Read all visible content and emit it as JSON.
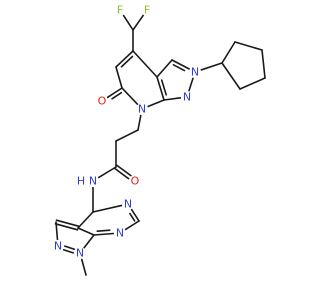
{
  "colors": {
    "bond": "#1a1a1a",
    "background": "#ffffff",
    "carbon": "#1a1a1a",
    "nitrogen": "#2d3fd4",
    "oxygen": "#e0231a",
    "fluorine": "#8fbf2a"
  },
  "molecule": {
    "atoms": [
      {
        "el": "F",
        "label": "F"
      },
      {
        "el": "F",
        "label": "F"
      },
      {
        "el": "C",
        "label": ""
      },
      {
        "el": "C",
        "label": ""
      },
      {
        "el": "C",
        "label": ""
      },
      {
        "el": "C",
        "label": ""
      },
      {
        "el": "O",
        "label": "O"
      },
      {
        "el": "N",
        "label": "N"
      },
      {
        "el": "C",
        "label": ""
      },
      {
        "el": "C",
        "label": ""
      },
      {
        "el": "C",
        "label": ""
      },
      {
        "el": "N",
        "label": "N"
      },
      {
        "el": "N",
        "label": "N"
      },
      {
        "el": "C",
        "label": ""
      },
      {
        "el": "C",
        "label": ""
      },
      {
        "el": "C",
        "label": ""
      },
      {
        "el": "C",
        "label": ""
      },
      {
        "el": "C",
        "label": ""
      },
      {
        "el": "C",
        "label": ""
      },
      {
        "el": "C",
        "label": ""
      },
      {
        "el": "C",
        "label": ""
      },
      {
        "el": "O",
        "label": "O"
      },
      {
        "el": "N",
        "label": "N"
      },
      {
        "el": "H",
        "label": "H"
      },
      {
        "el": "C",
        "label": ""
      },
      {
        "el": "C",
        "label": ""
      },
      {
        "el": "C",
        "label": ""
      },
      {
        "el": "N",
        "label": "N"
      },
      {
        "el": "N",
        "label": "N"
      },
      {
        "el": "C",
        "label": ""
      },
      {
        "el": "N",
        "label": "N"
      },
      {
        "el": "C",
        "label": ""
      },
      {
        "el": "N",
        "label": "N"
      },
      {
        "el": "C",
        "label": ""
      }
    ],
    "bonds": [
      {
        "a": 0,
        "b": 2,
        "order": 1
      },
      {
        "a": 1,
        "b": 2,
        "order": 1
      },
      {
        "a": 2,
        "b": 3,
        "order": 1
      },
      {
        "a": 3,
        "b": 4,
        "order": 2
      },
      {
        "a": 4,
        "b": 5,
        "order": 1
      },
      {
        "a": 5,
        "b": 6,
        "order": 2
      },
      {
        "a": 5,
        "b": 7,
        "order": 1
      },
      {
        "a": 7,
        "b": 8,
        "order": 1
      },
      {
        "a": 8,
        "b": 9,
        "order": 2
      },
      {
        "a": 9,
        "b": 3,
        "order": 1
      },
      {
        "a": 9,
        "b": 10,
        "order": 1
      },
      {
        "a": 10,
        "b": 11,
        "order": 2
      },
      {
        "a": 11,
        "b": 12,
        "order": 1
      },
      {
        "a": 12,
        "b": 8,
        "order": 1
      },
      {
        "a": 11,
        "b": 13,
        "order": 1
      },
      {
        "a": 13,
        "b": 14,
        "order": 1
      },
      {
        "a": 14,
        "b": 15,
        "order": 1
      },
      {
        "a": 15,
        "b": 16,
        "order": 1
      },
      {
        "a": 16,
        "b": 17,
        "order": 1
      },
      {
        "a": 17,
        "b": 13,
        "order": 1
      },
      {
        "a": 7,
        "b": 18,
        "order": 1
      },
      {
        "a": 18,
        "b": 19,
        "order": 1
      },
      {
        "a": 19,
        "b": 20,
        "order": 1
      },
      {
        "a": 20,
        "b": 21,
        "order": 2
      },
      {
        "a": 20,
        "b": 22,
        "order": 1
      },
      {
        "a": 22,
        "b": 24,
        "order": 1
      },
      {
        "a": 24,
        "b": 25,
        "order": 1
      },
      {
        "a": 25,
        "b": 26,
        "order": 2
      },
      {
        "a": 26,
        "b": 27,
        "order": 1
      },
      {
        "a": 27,
        "b": 28,
        "order": 2
      },
      {
        "a": 28,
        "b": 29,
        "order": 1
      },
      {
        "a": 29,
        "b": 25,
        "order": 1
      },
      {
        "a": 29,
        "b": 30,
        "order": 2
      },
      {
        "a": 30,
        "b": 31,
        "order": 1
      },
      {
        "a": 31,
        "b": 32,
        "order": 2
      },
      {
        "a": 32,
        "b": 24,
        "order": 1
      },
      {
        "a": 28,
        "b": 33,
        "order": 1
      }
    ]
  }
}
